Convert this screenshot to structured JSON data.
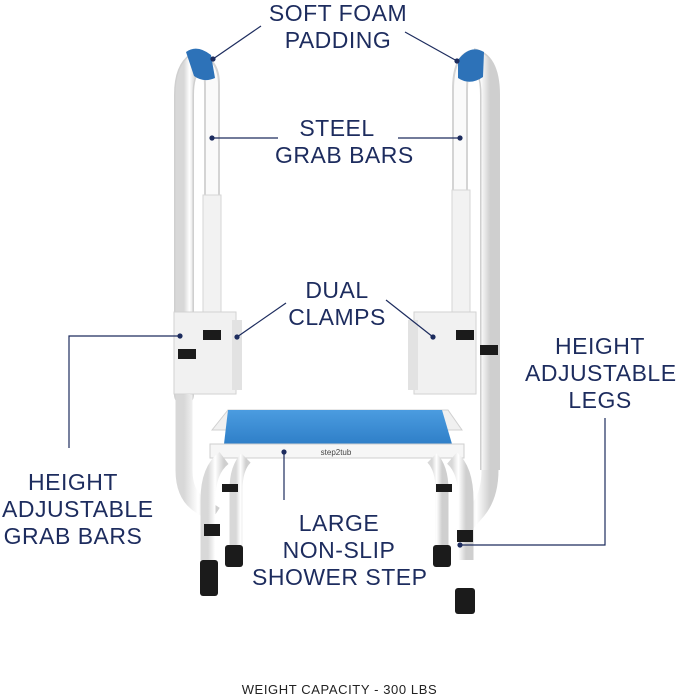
{
  "labels": {
    "soft_foam": [
      "SOFT FOAM",
      "PADDING"
    ],
    "steel_grab": [
      "STEEL",
      "GRAB BARS"
    ],
    "dual_clamps": [
      "DUAL",
      "CLAMPS"
    ],
    "height_legs": [
      "HEIGHT",
      "ADJUSTABLE",
      "LEGS"
    ],
    "height_grab": [
      "HEIGHT",
      "ADJUSTABLE",
      "GRAB BARS"
    ],
    "step": [
      "LARGE",
      "NON-SLIP",
      "SHOWER STEP"
    ]
  },
  "brand_mark": "step2tub",
  "caption": "WEIGHT CAPACITY - 300 LBS",
  "colors": {
    "label_text": "#1d2c5e",
    "step_blue": "#3d8fd6",
    "padding_blue": "#2d72b8",
    "frame_white": "#f4f4f4",
    "foot_black": "#1b1b1b"
  }
}
